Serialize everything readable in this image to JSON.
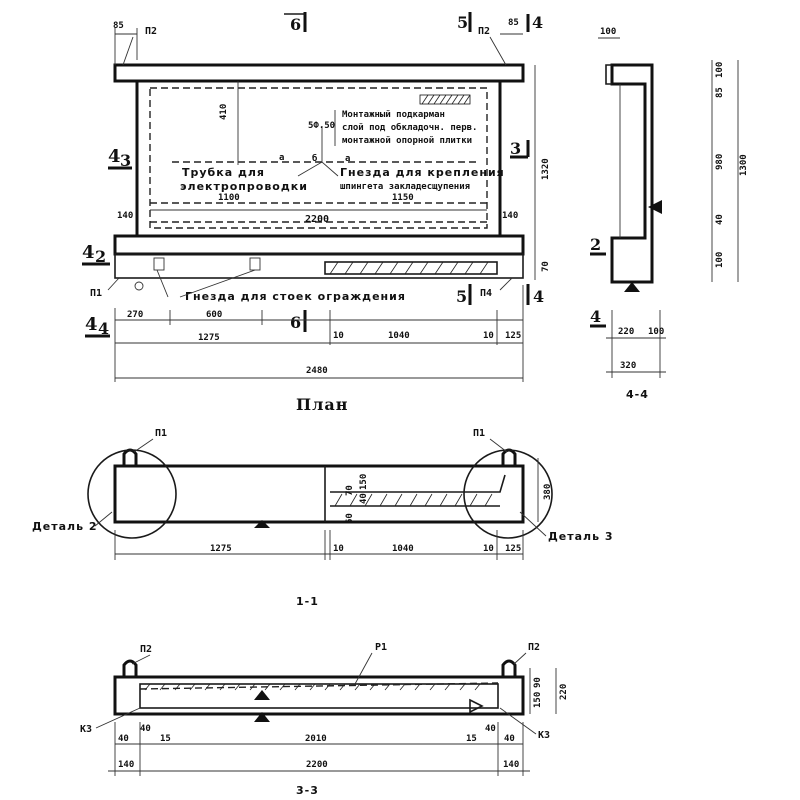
{
  "plan": {
    "title": "План",
    "marks": {
      "p2_left": "П2",
      "p2_right": "П2",
      "p1_left": "П1",
      "p4_right": "П4",
      "sec6_top": "6",
      "sec5_top": "5",
      "sec4_top": "4",
      "sec3": "3",
      "sec4_left_top": "4",
      "sec3_left": "3",
      "sec2_left": "2",
      "sec4_left": "4",
      "sec5_bottom": "5",
      "sec6_bottom": "6",
      "sec4_bottom": "4",
      "sec4_bottom_r": "4",
      "small_a": "а",
      "small_b": "б",
      "small_c": "а"
    },
    "labels": {
      "mount_line1": "Монтажный подкарман",
      "mount_line2": "слой под обкладочн. перв.",
      "mount_line3": "монтажной опорной плитки",
      "tube_line1": "Трубка    для",
      "tube_line2": "электропроводки",
      "nest_line1": "Гнезда для крепления",
      "nest_line2": "шпингета закладесщупения",
      "bottom_nest": "Гнезда для стоек ограждения"
    },
    "dims": {
      "d_left_top": "85",
      "d_right_top": "85",
      "d_410": "410",
      "d_5x50": "5Ф.50",
      "d_1100a": "1100",
      "d_1150": "1150",
      "d_2200": "2200",
      "d_140l": "140",
      "d_140r": "140",
      "d_1320": "1320",
      "d_70": "70",
      "d_270": "270",
      "d_600": "600",
      "d_1275": "1275",
      "d_10a": "10",
      "d_1040": "1040",
      "d_10b": "10",
      "d_125": "125",
      "d_2480": "2480"
    }
  },
  "section44": {
    "title": "4-4",
    "mark_2": "2",
    "mark_4": "4",
    "dims": {
      "d_100top": "100",
      "d_100a": "100",
      "d_85": "85",
      "d_980": "980",
      "d_40": "40",
      "d_100b": "100",
      "d_1300": "1300",
      "d_220": "220",
      "d_100r": "100",
      "d_320": "320"
    }
  },
  "section11": {
    "title": "1-1",
    "mark_p1_left": "П1",
    "mark_p1_right": "П1",
    "detail2": "Деталь 2",
    "detail3": "Деталь 3",
    "dims": {
      "d_150": "150",
      "d_70": "70",
      "d_40": "40",
      "d_60": "60",
      "d_380": "380",
      "d_1275": "1275",
      "d_10a": "10",
      "d_1040": "1040",
      "d_10b": "10",
      "d_125": "125"
    }
  },
  "section33": {
    "title": "3-3",
    "mark_p2_left": "П2",
    "mark_p2_right": "П2",
    "mark_r1": "Р1",
    "mark_k3_left": "К3",
    "mark_k3_right": "К3",
    "dims": {
      "d_40a": "40",
      "d_40b": "40",
      "d_15a": "15",
      "d_2010": "2010",
      "d_15b": "15",
      "d_40c": "40",
      "d_40d": "40",
      "d_150": "150",
      "d_90": "90",
      "d_220": "220",
      "d_140a": "140",
      "d_2200": "2200",
      "d_140b": "140"
    }
  }
}
